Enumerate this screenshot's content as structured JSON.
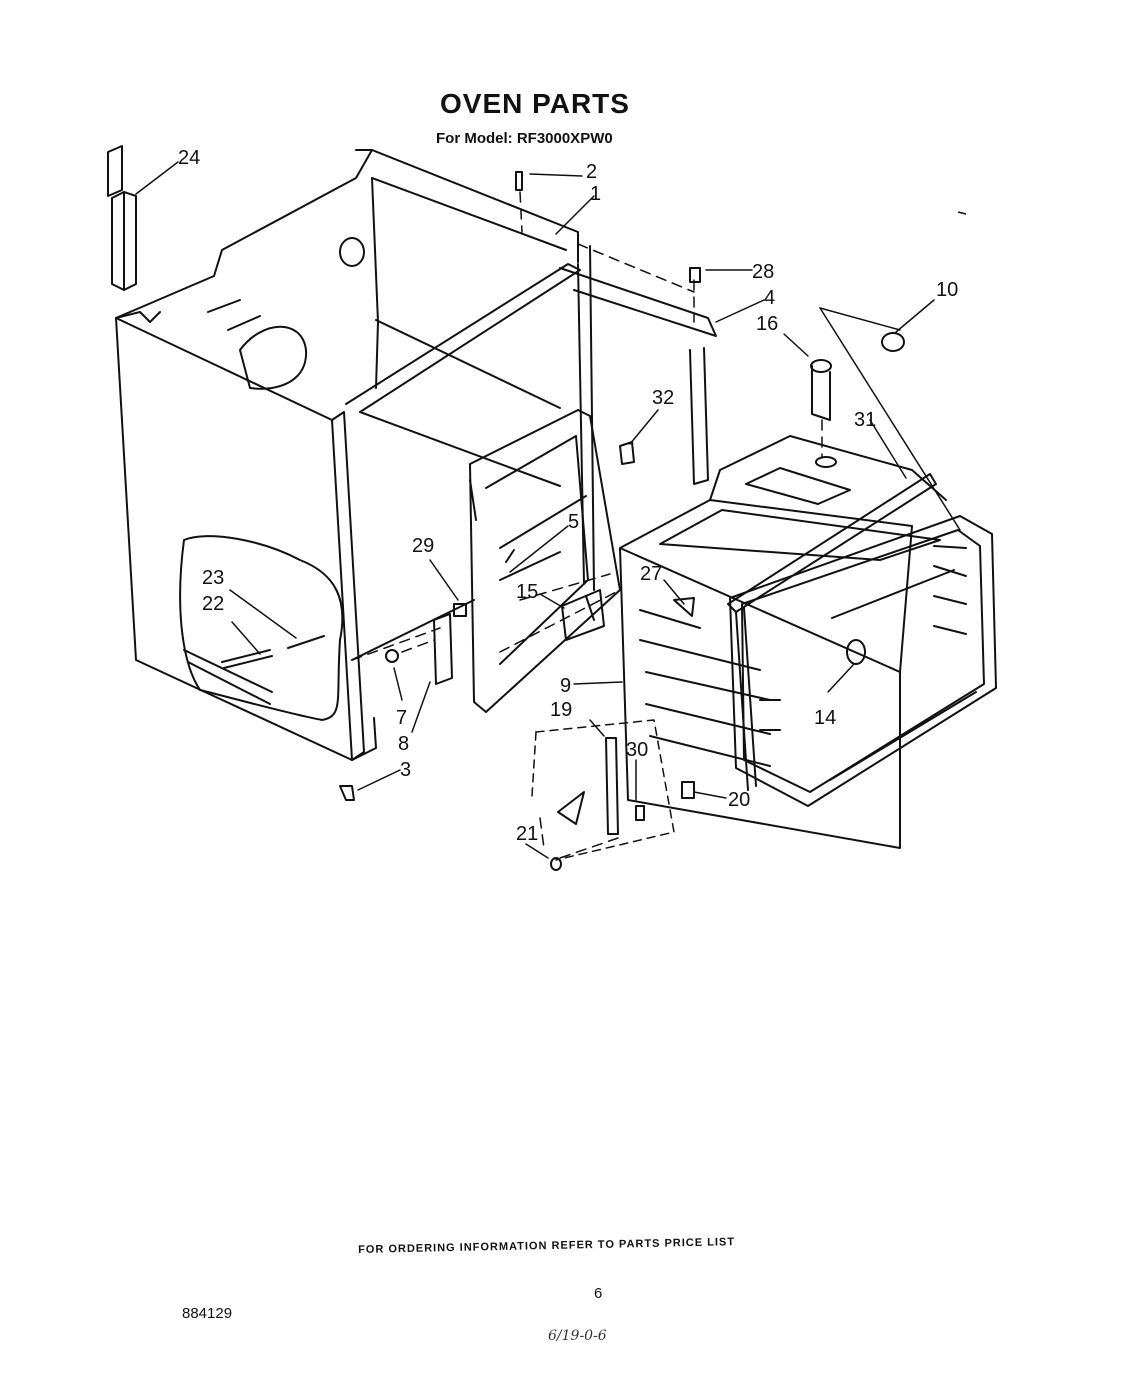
{
  "title": "OVEN PARTS",
  "subtitle": "For Model: RF3000XPW0",
  "footer_note": "FOR ORDERING INFORMATION REFER TO PARTS PRICE LIST",
  "page_number": "6",
  "document_id": "884129",
  "handwritten_note": "6/19-0-6",
  "callouts": [
    "24",
    "2",
    "1",
    "28",
    "4",
    "10",
    "16",
    "32",
    "31",
    "5",
    "29",
    "27",
    "23",
    "22",
    "15",
    "9",
    "14",
    "7",
    "8",
    "19",
    "30",
    "3",
    "20",
    "21"
  ]
}
